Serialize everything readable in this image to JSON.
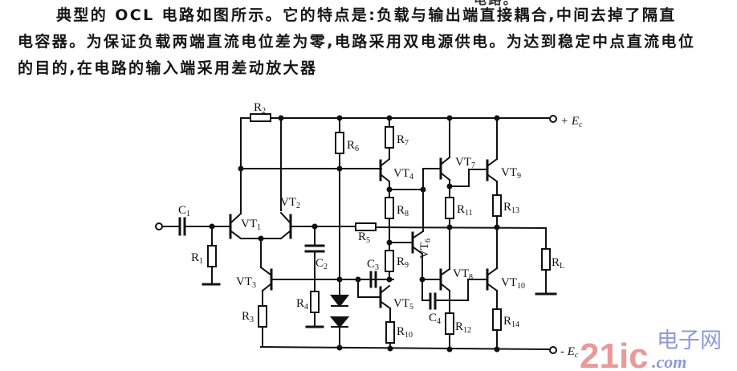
{
  "text": {
    "line0_top_fragment": "电路。",
    "line0_a": "典型的 OCL 电路如图",
    "line0_b": "所示。它的特点是:负载与输出端直接耦合,中间去掉了隔直",
    "line1": "电容器。为保证负载两端直流电位差为零,电路采用双电源供电。为达到稳定中点直流电位",
    "line2": "的目的,在电路的输入端采用差动放大器"
  },
  "circuit": {
    "title": "OCL amplifier circuit",
    "supply_pos": "+ E",
    "supply_pos_sub": "c",
    "supply_neg": "- E",
    "supply_neg_sub": "c",
    "resistors": [
      {
        "name": "R",
        "sub": "1"
      },
      {
        "name": "R",
        "sub": "2"
      },
      {
        "name": "R",
        "sub": "3"
      },
      {
        "name": "R",
        "sub": "4"
      },
      {
        "name": "R",
        "sub": "5"
      },
      {
        "name": "R",
        "sub": "6"
      },
      {
        "name": "R",
        "sub": "7"
      },
      {
        "name": "R",
        "sub": "8"
      },
      {
        "name": "R",
        "sub": "9"
      },
      {
        "name": "R",
        "sub": "10"
      },
      {
        "name": "R",
        "sub": "11"
      },
      {
        "name": "R",
        "sub": "12"
      },
      {
        "name": "R",
        "sub": "13"
      },
      {
        "name": "R",
        "sub": "14"
      },
      {
        "name": "R",
        "sub": "L"
      }
    ],
    "capacitors": [
      {
        "name": "C",
        "sub": "1"
      },
      {
        "name": "C",
        "sub": "2"
      },
      {
        "name": "C",
        "sub": "3"
      },
      {
        "name": "C",
        "sub": "4"
      }
    ],
    "transistors": [
      {
        "name": "VT",
        "sub": "1"
      },
      {
        "name": "VT",
        "sub": "2"
      },
      {
        "name": "VT",
        "sub": "3"
      },
      {
        "name": "VT",
        "sub": "4"
      },
      {
        "name": "VT",
        "sub": "5"
      },
      {
        "name": "VT",
        "sub": "6"
      },
      {
        "name": "VT",
        "sub": "7"
      },
      {
        "name": "VT",
        "sub": "8"
      },
      {
        "name": "VT",
        "sub": "9"
      },
      {
        "name": "VT",
        "sub": "10"
      }
    ]
  },
  "watermark": {
    "number": "21ic",
    "chinese": "电子网",
    "domain": ".com",
    "colors": {
      "number": "#e89a9a",
      "text": "#8f9ad6"
    }
  }
}
